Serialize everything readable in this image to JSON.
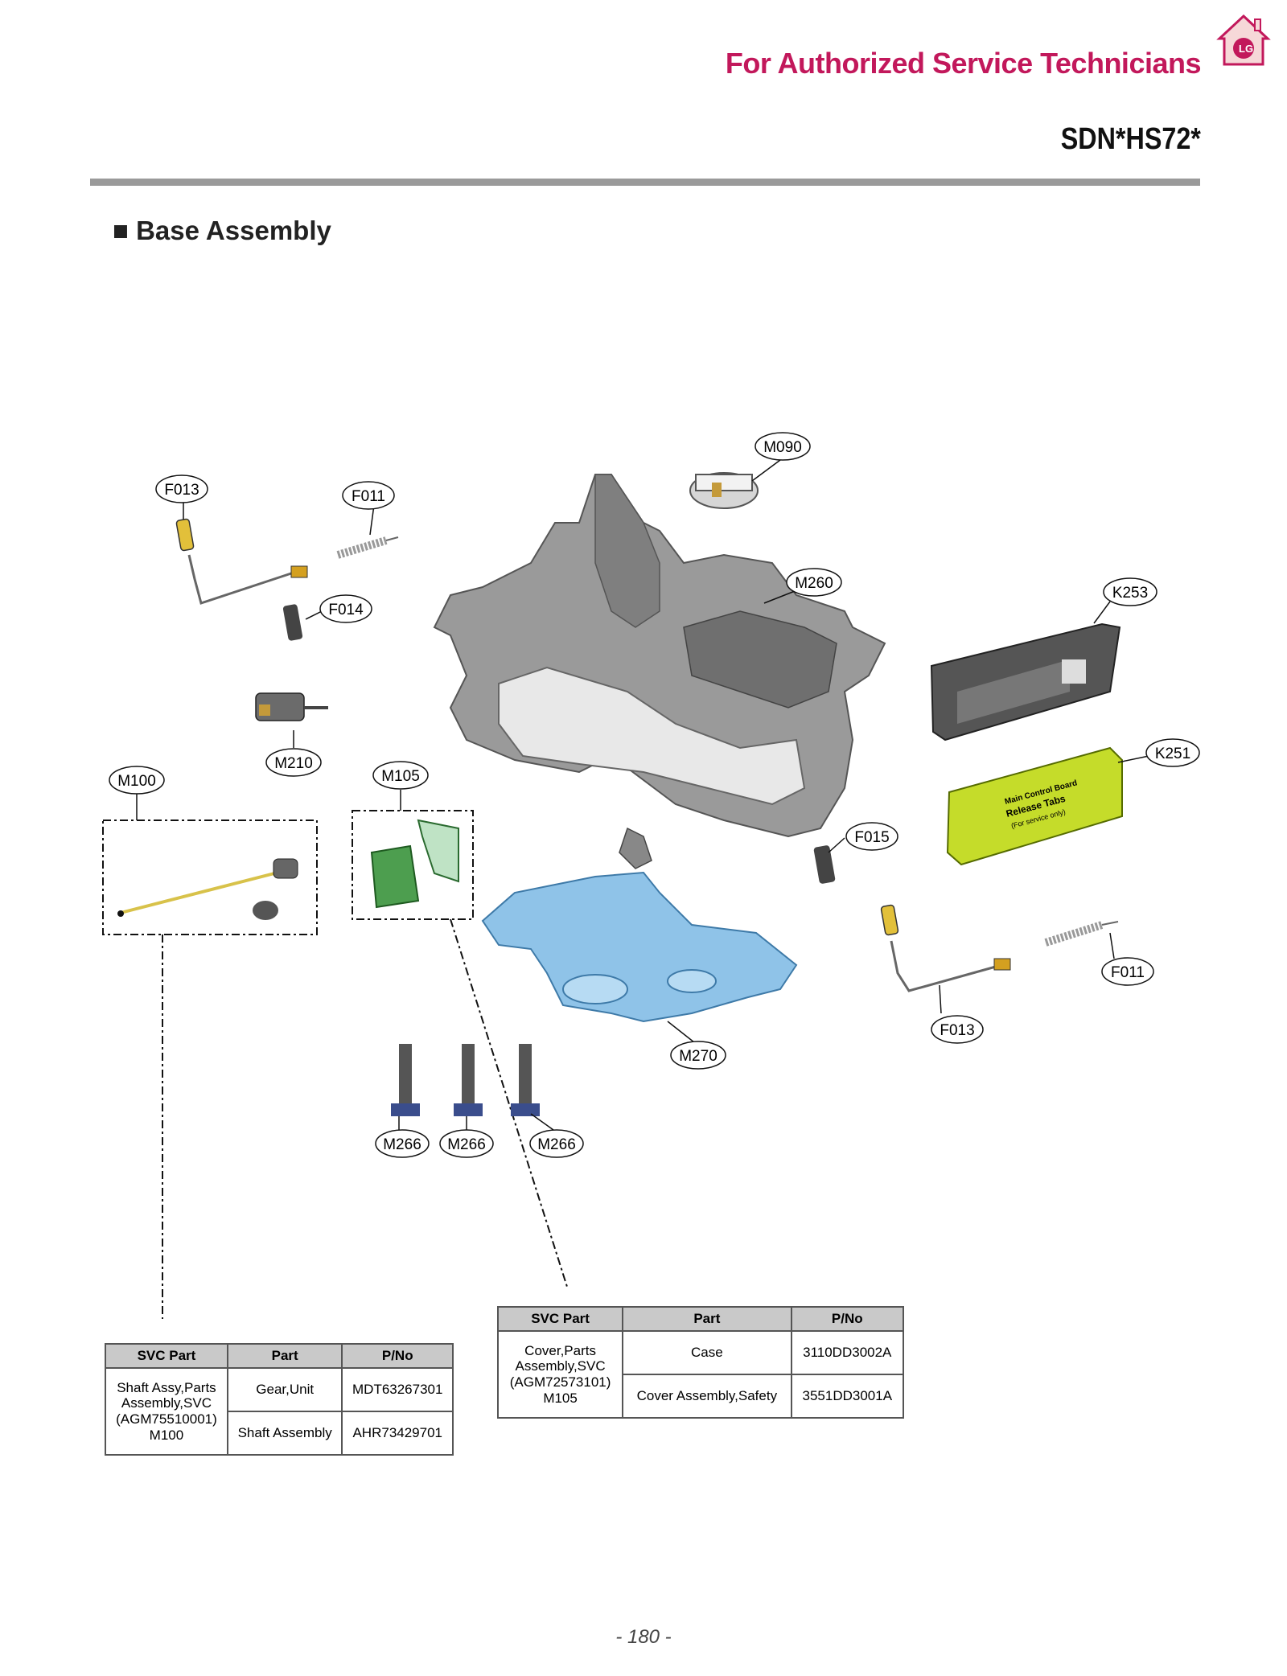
{
  "header": {
    "title": "For Authorized Service Technicians",
    "model": "SDN*HS72*"
  },
  "section": {
    "title": "■ Base Assembly"
  },
  "callouts": {
    "f013_a": "F013",
    "f011_a": "F011",
    "f014": "F014",
    "m210": "M210",
    "m100": "M100",
    "m105": "M105",
    "m090": "M090",
    "m260": "M260",
    "k253": "K253",
    "k251": "K251",
    "f015": "F015",
    "f011_b": "F011",
    "f013_b": "F013",
    "m270": "M270",
    "m266_a": "M266",
    "m266_b": "M266",
    "m266_c": "M266"
  },
  "k251_label": [
    "Main Control Board",
    "Release Tabs",
    "(For service only)"
  ],
  "table_m105": {
    "headers": [
      "SVC Part",
      "Part",
      "P/No"
    ],
    "svc_part": [
      "Cover,Parts",
      "Assembly,SVC",
      "(AGM72573101)",
      "M105"
    ],
    "rows": [
      {
        "part": "Case",
        "pno": "3110DD3002A"
      },
      {
        "part": "Cover Assembly,Safety",
        "pno": "3551DD3001A"
      }
    ]
  },
  "table_m100": {
    "headers": [
      "SVC Part",
      "Part",
      "P/No"
    ],
    "svc_part": [
      "Shaft Assy,Parts",
      "Assembly,SVC",
      "(AGM75510001)",
      "M100"
    ],
    "rows": [
      {
        "part": "Gear,Unit",
        "pno": "MDT63267301"
      },
      {
        "part": "Shaft Assembly",
        "pno": "AHR73429701"
      }
    ]
  },
  "page_number": "- 180 -",
  "colors": {
    "accent": "#c2185b",
    "base_gray": "#8c8c8c",
    "cover_blue": "#8fc3e8",
    "pcb_green": "#c5dc2a",
    "table_header": "#c9c9c9"
  }
}
